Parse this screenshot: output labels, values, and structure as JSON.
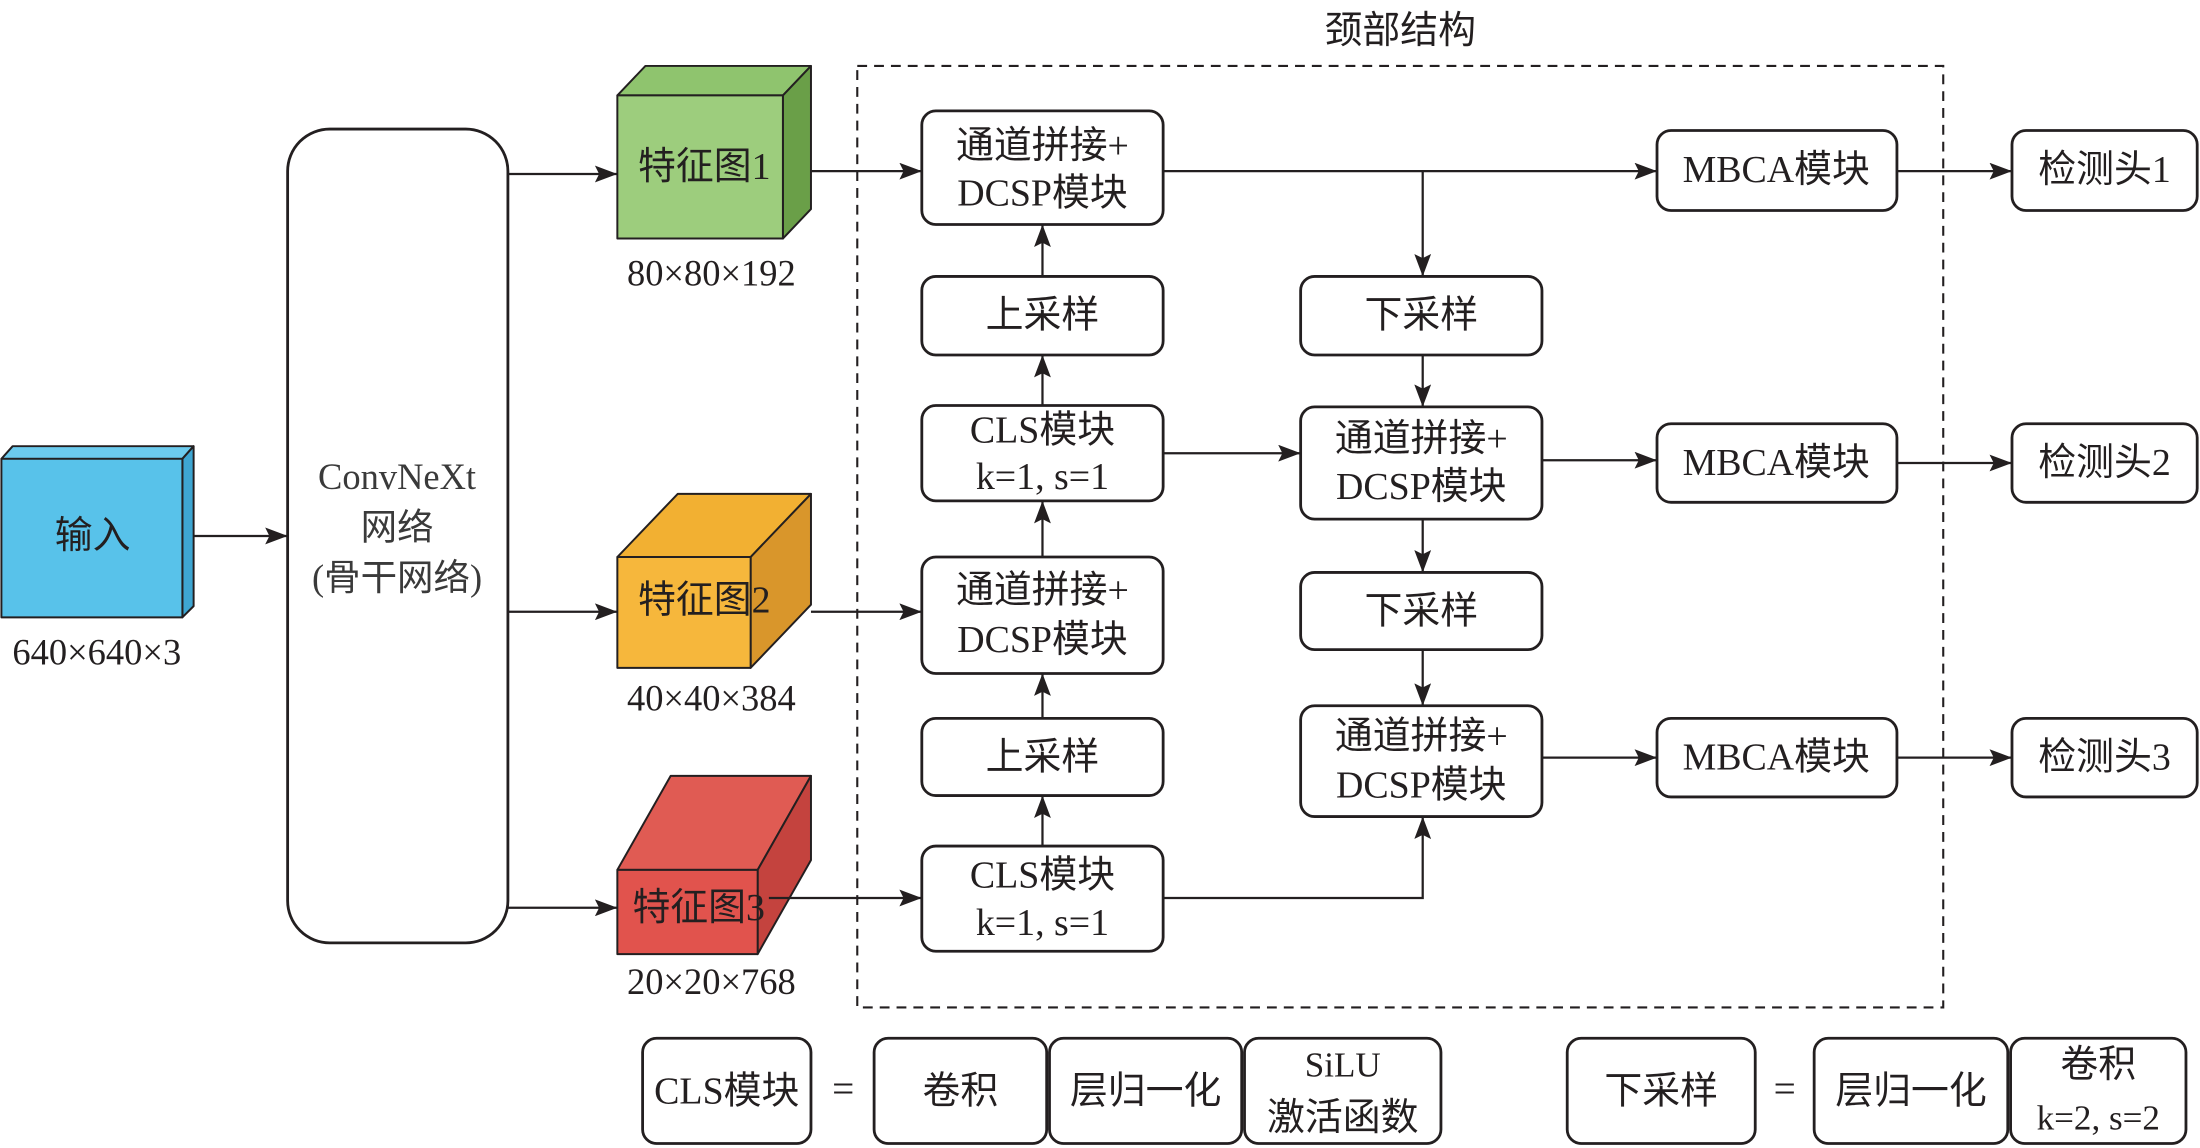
{
  "input": {
    "label": "输入",
    "dims": "640×640×3",
    "colors": {
      "front": "#58c2ea",
      "top": "#6ccbee",
      "side": "#3ea6d2"
    }
  },
  "backbone": {
    "lines": [
      "ConvNeXt",
      "网络",
      "(骨干网络)"
    ]
  },
  "feature_maps": [
    {
      "label": "特征图1",
      "dims": "80×80×192",
      "colors": {
        "front": "#9dcd7d",
        "top": "#8fc46e",
        "side": "#6a9f48"
      }
    },
    {
      "label": "特征图2",
      "dims": "40×40×384",
      "colors": {
        "front": "#f6b73c",
        "top": "#f2b032",
        "side": "#d9962b"
      }
    },
    {
      "label": "特征图3",
      "dims": "20×20×768",
      "colors": {
        "front": "#e1534d",
        "top": "#e05b53",
        "side": "#c4433e"
      }
    }
  ],
  "neck": {
    "title": "颈部结构",
    "concat_1": {
      "lines": [
        "通道拼接+",
        "DCSP模块"
      ]
    },
    "upsample_1": {
      "label": "上采样"
    },
    "cls_1": {
      "lines": [
        "CLS模块",
        "k=1, s=1"
      ]
    },
    "concat_2": {
      "lines": [
        "通道拼接+",
        "DCSP模块"
      ]
    },
    "upsample_2": {
      "label": "上采样"
    },
    "cls_2": {
      "lines": [
        "CLS模块",
        "k=1, s=1"
      ]
    },
    "downsample_1": {
      "label": "下采样"
    },
    "concat_3": {
      "lines": [
        "通道拼接+",
        "DCSP模块"
      ]
    },
    "downsample_2": {
      "label": "下采样"
    },
    "concat_4": {
      "lines": [
        "通道拼接+",
        "DCSP模块"
      ]
    },
    "mbca": [
      "MBCA模块",
      "MBCA模块",
      "MBCA模块"
    ]
  },
  "heads": [
    "检测头1",
    "检测头2",
    "检测头3"
  ],
  "legend": {
    "cls": {
      "name": "CLS模块",
      "equals": "=",
      "parts": [
        {
          "lines": [
            "卷积"
          ]
        },
        {
          "lines": [
            "层归一化"
          ]
        },
        {
          "lines": [
            "SiLU",
            "激活函数"
          ]
        }
      ]
    },
    "downsample": {
      "name": "下采样",
      "equals": "=",
      "parts": [
        {
          "lines": [
            "层归一化"
          ]
        },
        {
          "lines": [
            "卷积",
            "k=2, s=2"
          ]
        }
      ]
    }
  }
}
